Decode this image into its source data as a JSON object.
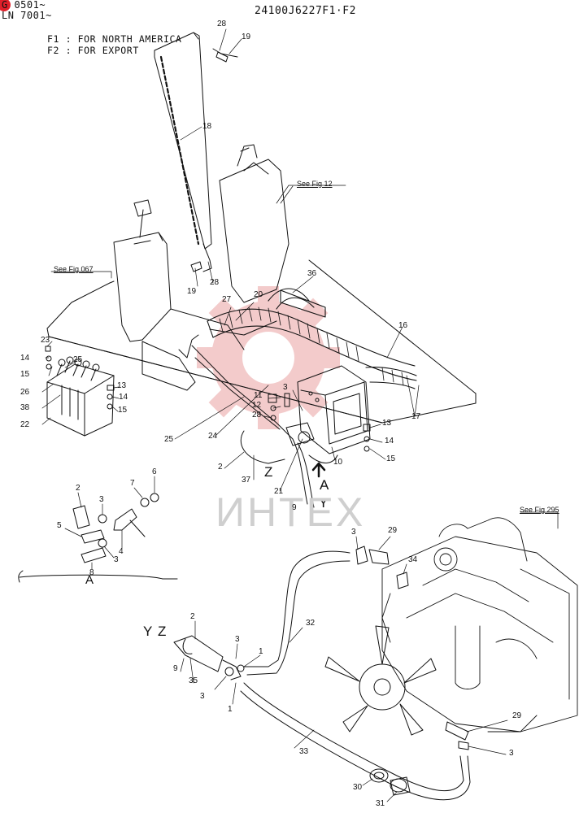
{
  "header": {
    "serial_top": "G 0501~",
    "serial_bottom": "LN 7001~",
    "part_number": "24100J6227F1·F2"
  },
  "notes": {
    "f1": "F1 : FOR NORTH AMERICA",
    "f2": "F2 : FOR EXPORT"
  },
  "figure_refs": {
    "seat": "See Fig 12",
    "console": "See Fig 067",
    "engine": "See Fig 295"
  },
  "view_labels": {
    "arrow_a": "A",
    "z_upper": "Z",
    "y_upper": "Y",
    "detail_a": "A",
    "y_lower": "Y",
    "z_lower": "Z"
  },
  "watermark": {
    "text": "ИНТЕХ",
    "color": "#e03131"
  },
  "callouts": [
    {
      "n": "28"
    },
    {
      "n": "19"
    },
    {
      "n": "18"
    },
    {
      "n": "19"
    },
    {
      "n": "28"
    },
    {
      "n": "36"
    },
    {
      "n": "20"
    },
    {
      "n": "27"
    },
    {
      "n": "16"
    },
    {
      "n": "23"
    },
    {
      "n": "14"
    },
    {
      "n": "25"
    },
    {
      "n": "15"
    },
    {
      "n": "26"
    },
    {
      "n": "38"
    },
    {
      "n": "13"
    },
    {
      "n": "14"
    },
    {
      "n": "15"
    },
    {
      "n": "22"
    },
    {
      "n": "11"
    },
    {
      "n": "3"
    },
    {
      "n": "12"
    },
    {
      "n": "28"
    },
    {
      "n": "25"
    },
    {
      "n": "24"
    },
    {
      "n": "2"
    },
    {
      "n": "37"
    },
    {
      "n": "21"
    },
    {
      "n": "13"
    },
    {
      "n": "14"
    },
    {
      "n": "15"
    },
    {
      "n": "10"
    },
    {
      "n": "17"
    },
    {
      "n": "9"
    },
    {
      "n": "2"
    },
    {
      "n": "3"
    },
    {
      "n": "7"
    },
    {
      "n": "6"
    },
    {
      "n": "5"
    },
    {
      "n": "4"
    },
    {
      "n": "3"
    },
    {
      "n": "8"
    },
    {
      "n": "3"
    },
    {
      "n": "29"
    },
    {
      "n": "34"
    },
    {
      "n": "32"
    },
    {
      "n": "2"
    },
    {
      "n": "3"
    },
    {
      "n": "1"
    },
    {
      "n": "9"
    },
    {
      "n": "35"
    },
    {
      "n": "3"
    },
    {
      "n": "1"
    },
    {
      "n": "33"
    },
    {
      "n": "29"
    },
    {
      "n": "3"
    },
    {
      "n": "30"
    },
    {
      "n": "31"
    }
  ]
}
